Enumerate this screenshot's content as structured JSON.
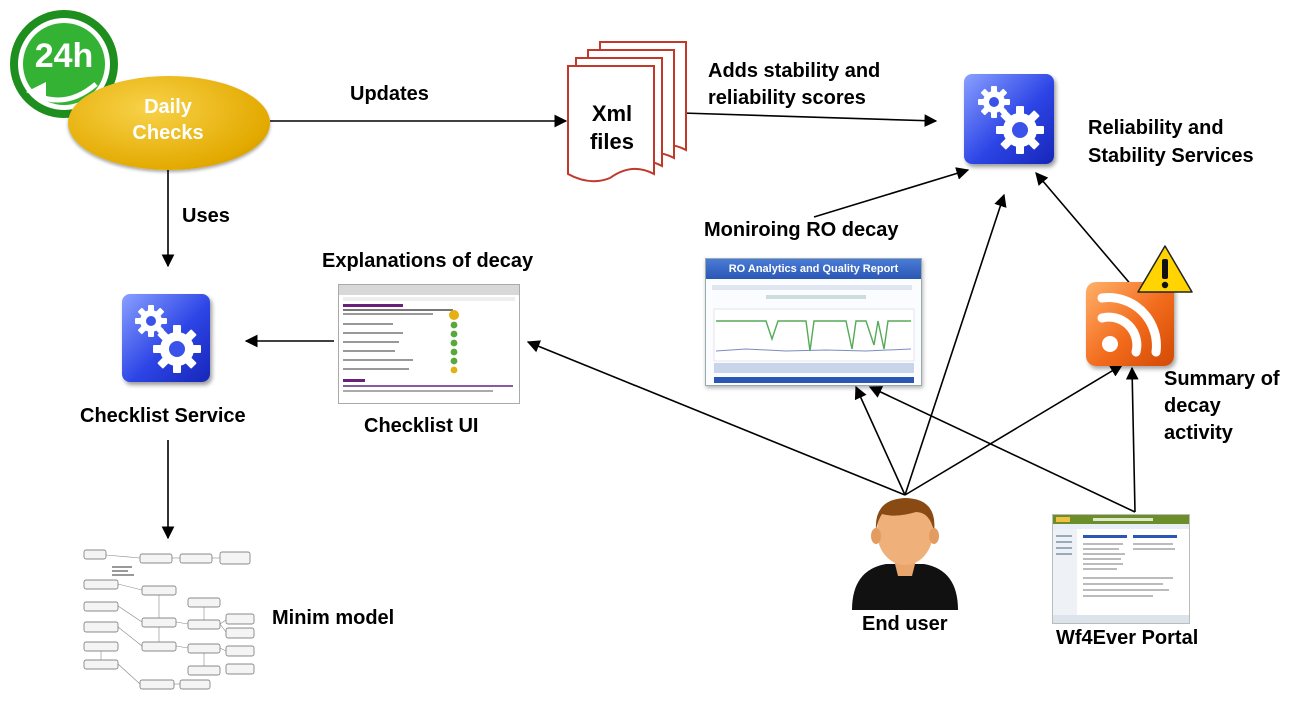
{
  "clock_badge": "24h",
  "daily_checks": "Daily\nChecks",
  "edges": {
    "updates": "Updates",
    "uses": "Uses",
    "adds_scores": "Adds stability and\nreliability scores"
  },
  "xml_files": "Xml\nfiles",
  "reliability_service": "Reliability  and\nStability Services",
  "monitoring": "Moniroing RO decay",
  "explanations": "Explanations of  decay",
  "checklist_ui": "Checklist UI",
  "checklist_service": "Checklist Service",
  "minim_model": "Minim model",
  "summary": "Summary of\ndecay\nactivity",
  "end_user": "End user",
  "portal": "Wf4Ever Portal",
  "ro_report_title": "RO Analytics and Quality Report",
  "colors": {
    "ellipse_fill": "#e8b600",
    "gear_box_light": "#6f86ff",
    "gear_box_dark": "#1c2fd8",
    "rss_orange": "#f26a1b",
    "warning_yellow": "#ffd400",
    "clock_green": "#2aa52a"
  }
}
